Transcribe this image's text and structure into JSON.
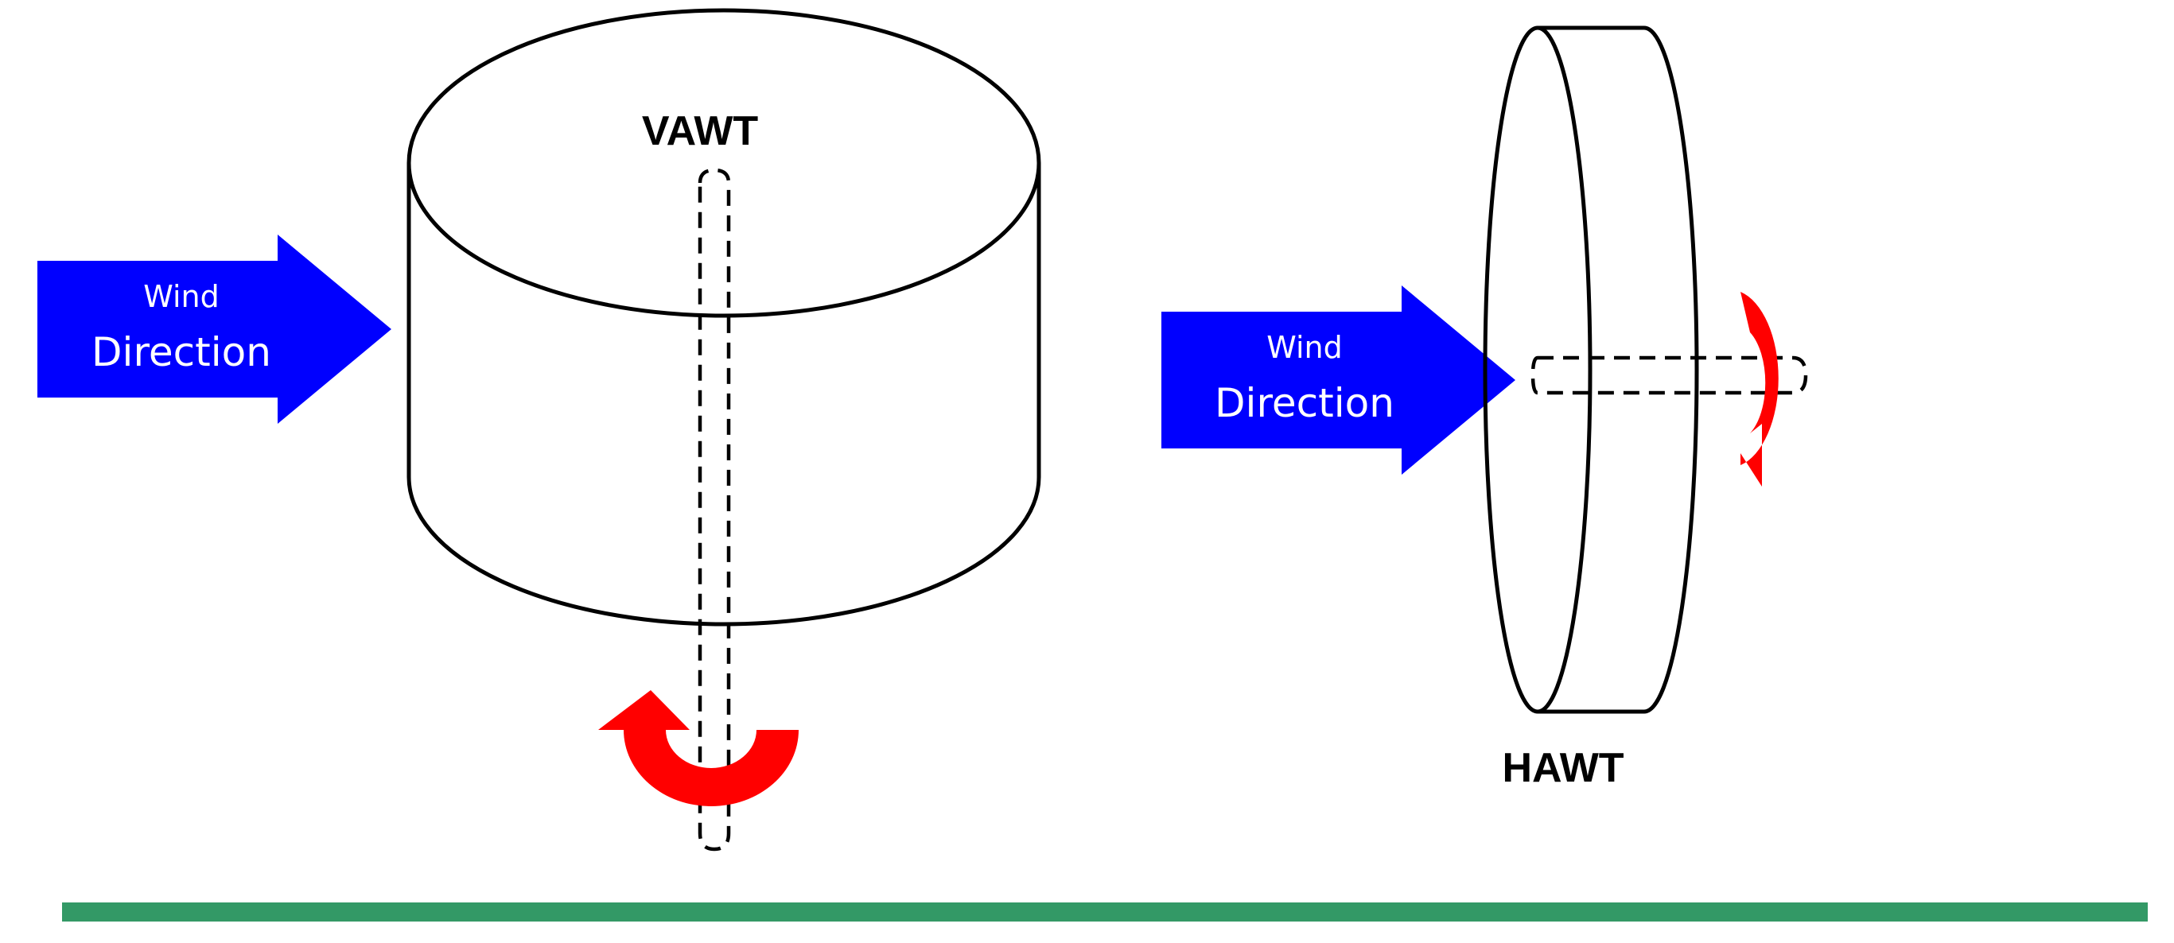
{
  "vawt": {
    "label": "VAWT",
    "wind_arrow": {
      "line1": "Wind",
      "line2": "Direction"
    }
  },
  "hawt": {
    "label": "HAWT",
    "wind_arrow": {
      "line1": "Wind",
      "line2": "Direction"
    }
  },
  "colors": {
    "wind_arrow": "#0000ff",
    "rotation_arrow": "#ff0000",
    "ground": "#339966",
    "outline": "#000000"
  }
}
